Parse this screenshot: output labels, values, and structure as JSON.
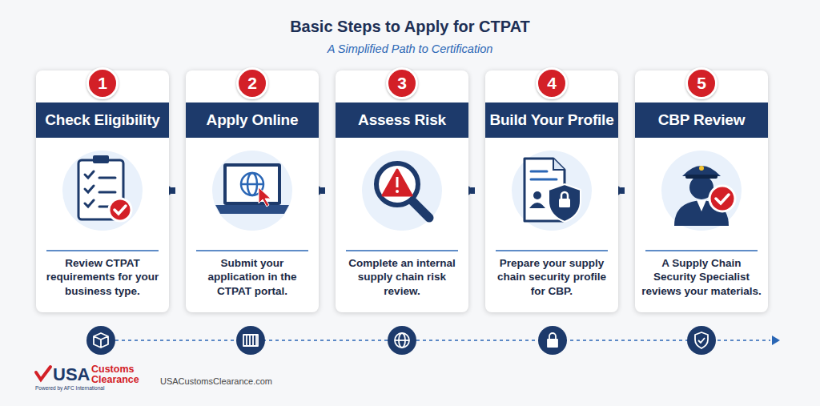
{
  "diagram": {
    "title": "Basic Steps to Apply for CTPAT",
    "caption": "A Simplified Path to Certification",
    "nodes": [
      {
        "text": [
          "Check Eligibility",
          "Review CTPAT requirements for your business type."
        ]
      },
      {
        "text": [
          "1"
        ],
        "in": 0
      },
      {
        "text": [
          "Apply Online",
          "Submit your application in the CTPAT portal."
        ]
      },
      {
        "text": [
          "2"
        ],
        "in": 2
      },
      {
        "text": [
          "Assess Risk",
          "Complete an internal supply chain risk review."
        ]
      },
      {
        "text": [
          "3"
        ],
        "in": 4
      },
      {
        "text": [
          "Build Your Profile",
          "Prepare your supply chain security profile for CBP."
        ]
      },
      {
        "text": [
          "4"
        ],
        "in": 6
      },
      {
        "text": [
          "CBP Review",
          "A Supply Chain Security Specialist reviews your materials."
        ]
      },
      {
        "text": [
          "5"
        ],
        "in": 8
      }
    ],
    "edges": [
      {
        "from": 0,
        "to": 2,
        "arrow": "to"
      },
      {
        "from": 2,
        "to": 4,
        "arrow": "to"
      },
      {
        "from": 4,
        "to": 6,
        "arrow": "to"
      },
      {
        "from": 6,
        "to": 8,
        "arrow": "to"
      }
    ],
    "labels": [
      "USA",
      "Customs Clearance",
      "Powered by AFC International",
      "USACustomsClearance.com"
    ]
  }
}
